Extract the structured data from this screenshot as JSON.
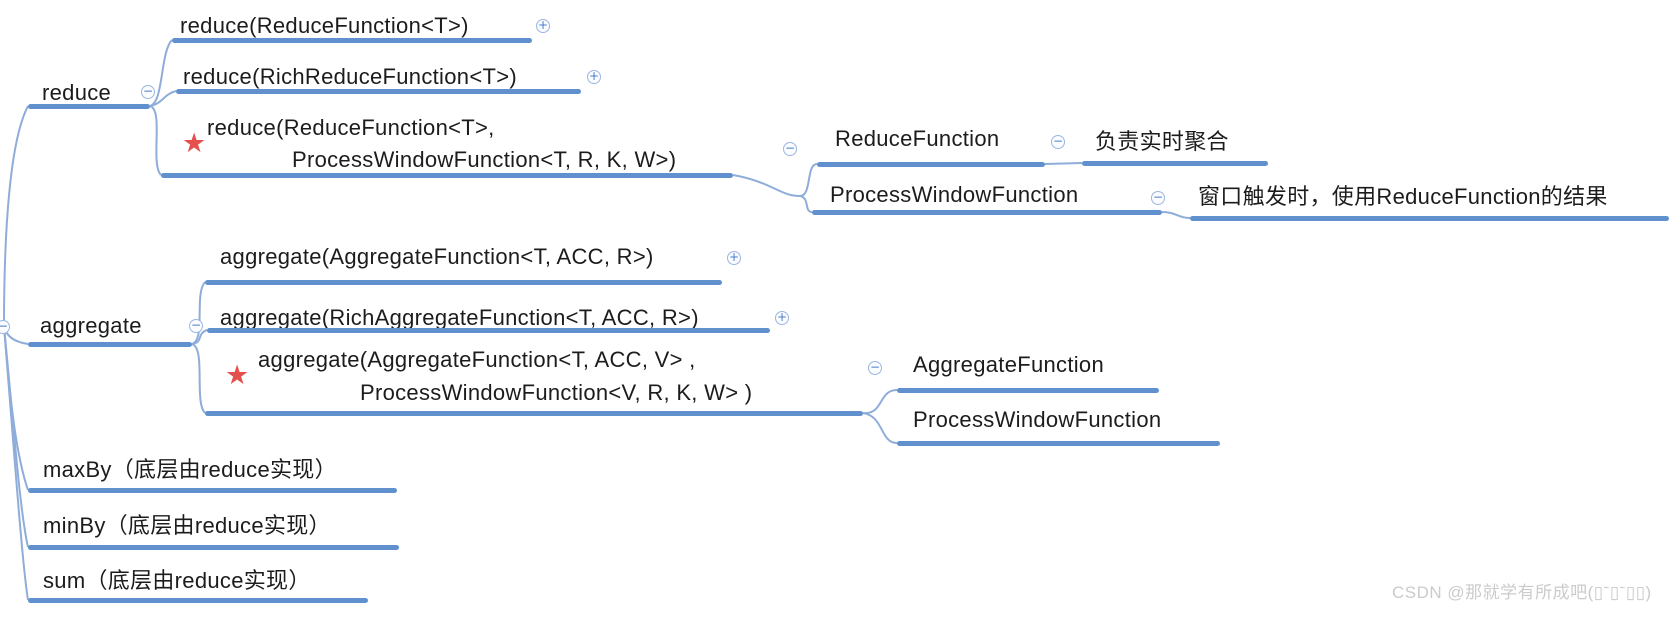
{
  "icons": {
    "collapse": "−",
    "expand": "+",
    "star": "★"
  },
  "colors": {
    "branch_blue": "#6190cf",
    "connector_blue": "#8fadd9",
    "text": "#1c1c1c",
    "star_red": "#e4504d",
    "watermark_gray": "#cbcbcb"
  },
  "map": {
    "reduce": {
      "label": "reduce",
      "c1": "reduce(ReduceFunction<T>)",
      "c2": "reduce(RichReduceFunction<T>)",
      "c3_line1": "reduce(ReduceFunction<T>,",
      "c3_line2": "ProcessWindowFunction<T, R, K, W>)",
      "gc1": "ReduceFunction",
      "gc1_note": "负责实时聚合",
      "gc2": "ProcessWindowFunction",
      "gc2_note": "窗口触发时，使用ReduceFunction的结果"
    },
    "aggregate": {
      "label": "aggregate",
      "c1": "aggregate(AggregateFunction<T, ACC, R>)",
      "c2": "aggregate(RichAggregateFunction<T, ACC, R>)",
      "c3_line1": "aggregate(AggregateFunction<T, ACC, V> ,",
      "c3_line2": "ProcessWindowFunction<V, R, K, W> )",
      "gc1": "AggregateFunction",
      "gc2": "ProcessWindowFunction"
    },
    "maxby": "maxBy（底层由reduce实现）",
    "minby": "minBy（底层由reduce实现）",
    "sum": "sum（底层由reduce实现）"
  },
  "watermark": {
    "text": "CSDN @那就学有所成吧(▯ˉ▯ˉ▯▯)"
  }
}
